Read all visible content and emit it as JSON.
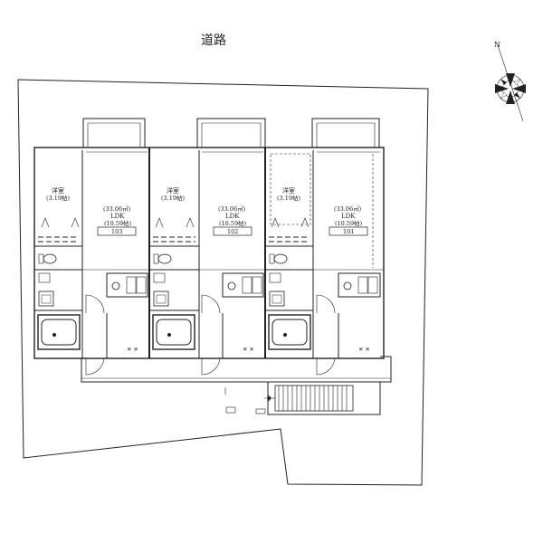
{
  "road": {
    "label": "道路"
  },
  "compass": {
    "north_label": "N",
    "icon": "compass-rose-icon"
  },
  "units": [
    {
      "id": "unit-103",
      "western_room_label": "洋室",
      "western_room_size": "(3.19帖)",
      "area": "(33.06㎡)",
      "ldk_label": "LDK",
      "ldk_size": "(10.59帖)",
      "room_number": "103"
    },
    {
      "id": "unit-102",
      "western_room_label": "洋室",
      "western_room_size": "(3.19帖)",
      "area": "(33.06㎡)",
      "ldk_label": "LDK",
      "ldk_size": "(10.59帖)",
      "room_number": "102"
    },
    {
      "id": "unit-101",
      "western_room_label": "洋室",
      "western_room_size": "(3.19帖)",
      "area": "(33.06㎡)",
      "ldk_label": "LDK",
      "ldk_size": "(10.59帖)",
      "room_number": "101"
    }
  ],
  "colors": {
    "line": "#222222",
    "background": "#ffffff"
  }
}
